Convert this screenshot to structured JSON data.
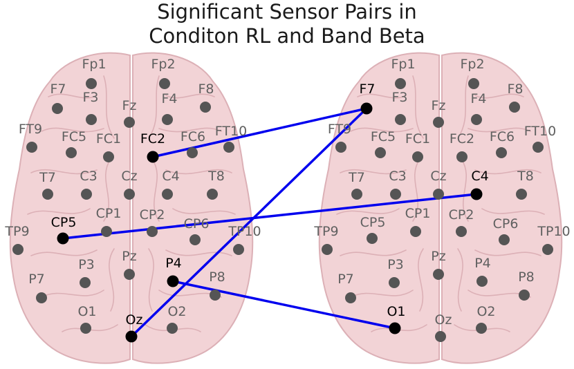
{
  "title": {
    "line1": "Significant Sensor Pairs in",
    "line2": "Conditon RL and Band Beta"
  },
  "colors": {
    "connection": "#0000ee",
    "active_sensor": "#000000",
    "inactive_sensor": "#555555",
    "inactive_label": "#606060",
    "brain_fill": "#f2d3d6",
    "brain_stroke": "#dcb0b6"
  },
  "sensor_names": [
    "Fp1",
    "Fp2",
    "F7",
    "F3",
    "Fz",
    "F4",
    "F8",
    "FT9",
    "FC5",
    "FC1",
    "FC2",
    "FC6",
    "FT10",
    "T7",
    "C3",
    "Cz",
    "C4",
    "T8",
    "TP9",
    "CP5",
    "CP1",
    "CP2",
    "CP6",
    "TP10",
    "P7",
    "P3",
    "Pz",
    "P4",
    "P8",
    "O1",
    "Oz",
    "O2"
  ],
  "left_brain": {
    "highlighted": [
      "FC2",
      "CP5",
      "P4",
      "Oz"
    ]
  },
  "right_brain": {
    "highlighted": [
      "F7",
      "C4",
      "O1"
    ]
  },
  "connections": [
    {
      "from": "FC2",
      "from_side": "left",
      "to": "F7",
      "to_side": "right"
    },
    {
      "from": "Oz",
      "from_side": "left",
      "to": "F7",
      "to_side": "right"
    },
    {
      "from": "CP5",
      "from_side": "left",
      "to": "C4",
      "to_side": "right"
    },
    {
      "from": "P4",
      "from_side": "left",
      "to": "O1",
      "to_side": "right"
    }
  ]
}
